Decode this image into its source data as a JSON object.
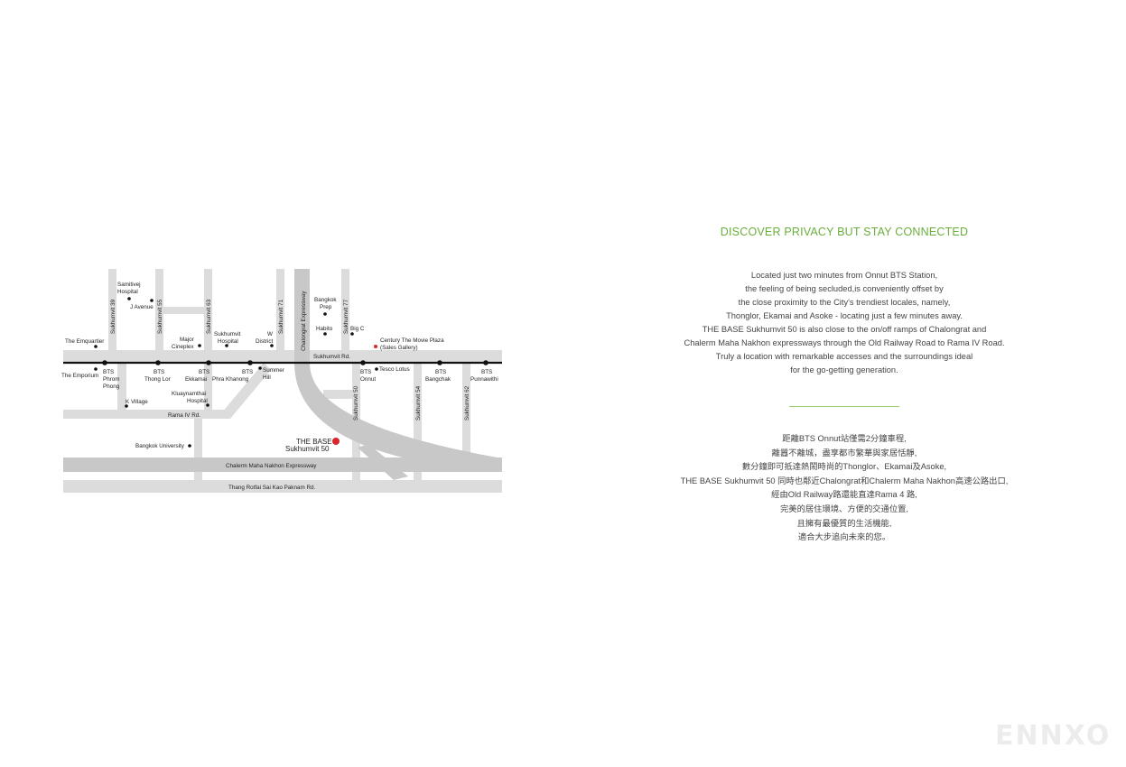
{
  "map": {
    "labels": {
      "samitivej": [
        "Samitivej",
        "Hospital"
      ],
      "sukhumvit39": "Sukhumvit 39",
      "sukhumvit55": "Sukhumvit 55",
      "sukhumvit63": "Sukhumvit 63",
      "sukhumvit71": "Sukhumvit 71",
      "sukhumvit77": "Sukhumvit 77",
      "sukhumvit50": "Sukhumvit 50",
      "sukhumvit54": "Sukhumvit 54",
      "sukhumvit62": "Sukhumvit 62",
      "chalongrat": "Chalongrat Expressway",
      "javenue": "J Avenue",
      "bangkokprep": [
        "Bangkok",
        "Prep"
      ],
      "habito": "Habito",
      "bigc": "Big C",
      "emquartier": "The Emquartier",
      "majorcineplex": [
        "Major",
        "Cineplex"
      ],
      "sukhumvithospital": [
        "Sukhumvit",
        "Hospital"
      ],
      "wdistrict": [
        "W",
        "District"
      ],
      "century": [
        "Century The Movie Plaza",
        "(Sales Gallery)"
      ],
      "sukhumvitrd": "Sukhumvit Rd.",
      "emporium": "The Emporium",
      "bts_phromphong": [
        "BTS",
        "Phrom",
        "Phong"
      ],
      "bts_thonglor": [
        "BTS",
        "Thong Lor"
      ],
      "bts_ekkamai": [
        "BTS",
        "Ekkamai"
      ],
      "bts_phrakhanong": [
        "BTS",
        "Phra Khanong"
      ],
      "summerhill": [
        "Summer",
        "Hill"
      ],
      "bts_onnut": [
        "BTS",
        "Onnut"
      ],
      "tescolotus": "Tesco Lotus",
      "bts_bangchak": [
        "BTS",
        "Bangchak"
      ],
      "bts_punnawithi": [
        "BTS",
        "Punnawithi"
      ],
      "kvillage": "K Village",
      "kluaynamthai": [
        "Kluaynamthai",
        "Hospital"
      ],
      "ramaiv": "Rama IV Rd.",
      "bangkokuniversity": "Bangkok University",
      "thebase": [
        "THE BASE",
        "Sukhumvit 50"
      ],
      "chalerm": "Chalerm Maha Nakhon Expressway",
      "thangrotfai": "Thang Rotfai Sai Kao Paknam Rd."
    }
  },
  "text": {
    "heading": "DISCOVER PRIVACY BUT STAY CONNECTED",
    "english_lines": [
      "Located just two minutes from Onnut BTS Station,",
      "the feeling of being secluded,is conveniently offset by",
      "the close proximity to the City's trendiest locales, namely,",
      "Thonglor, Ekamai and Asoke - locating just a few minutes away.",
      "THE BASE Sukhumvit 50 is also close to the on/off ramps of Chalongrat and",
      "Chalerm Maha Nakhon expressways through the Old Railway Road to Rama IV Road.",
      "Truly a location with remarkable accesses and the surroundings ideal",
      "for the go-getting generation."
    ],
    "chinese_lines": [
      "距離BTS Onnut站僅需2分鐘車程,",
      "離囂不離城，盡享都市繁華與家居恬靜,",
      "數分鐘即可抵達熱鬧時尚的Thonglor、Ekamai及Asoke,",
      "THE BASE Sukhumvit 50 同時也鄰近Chalongrat和Chalerm Maha Nakhon高速公路出口,",
      "經由Old Railway路還能直達Rama 4 路,",
      "完美的居住環境、方便的交通位置,",
      "且擁有最優質的生活機能,",
      "適合大步追向未來的您。"
    ]
  },
  "watermark": "ENNXO",
  "colors": {
    "accent_green": "#6aae3c",
    "road_gray": "#d9d9d9",
    "expressway_gray": "#c7c7c7",
    "marker_red": "#d9262b",
    "bts_line": "#111111"
  }
}
